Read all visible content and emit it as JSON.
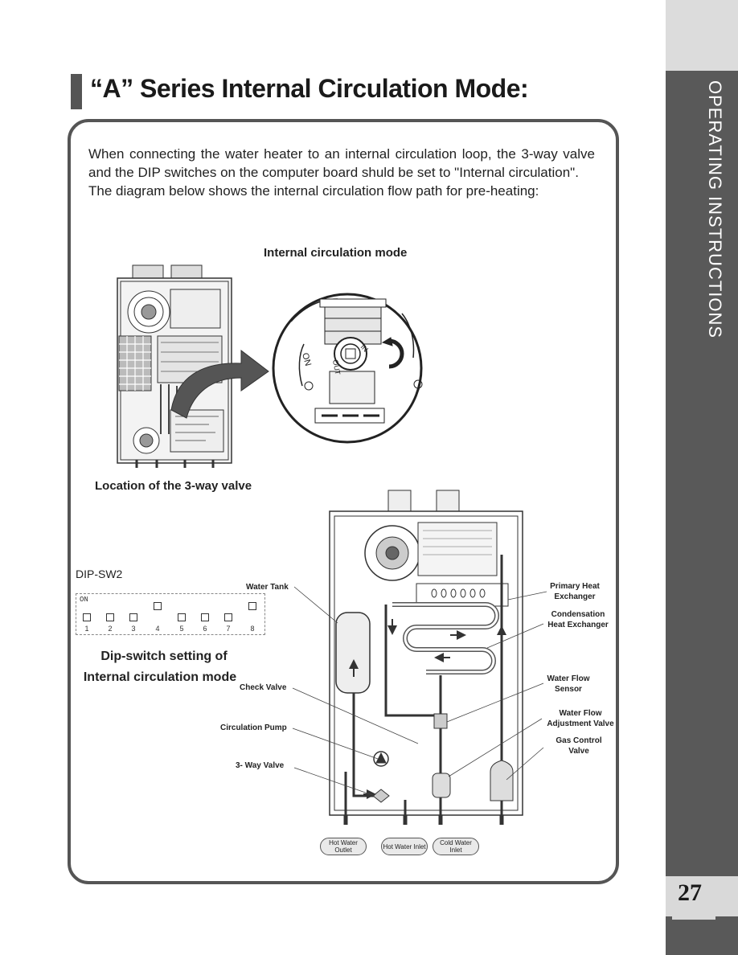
{
  "side_tab": {
    "text": "OPERATING INSTRUCTIONS"
  },
  "page_number": "27",
  "title": "“A” Series Internal Circulation Mode:",
  "intro": {
    "paragraph1": "When connecting the water heater to an internal circulation loop, the 3-way valve and the DIP switches on the computer board shuld be set to \"Internal circulation\".",
    "paragraph2": "The diagram below shows the internal circulation flow path for pre-heating:"
  },
  "valve_figure": {
    "heading": "Internal circulation mode",
    "caption": "Location of the 3-way valve",
    "valve_marks": {
      "in": "IN",
      "out": "OUT",
      "on": "ON"
    }
  },
  "dip_switch": {
    "label": "DIP-SW2",
    "on_text": "ON",
    "numbers": [
      "1",
      "2",
      "3",
      "4",
      "5",
      "6",
      "7",
      "8"
    ],
    "states_on": [
      false,
      false,
      false,
      true,
      false,
      false,
      false,
      true
    ],
    "caption_line1": "Dip-switch setting of",
    "caption_line2": "Internal circulation mode"
  },
  "flow_diagram": {
    "left_labels": {
      "water_tank": "Water Tank",
      "check_valve": "Check Valve",
      "circulation_pump": "Circulation Pump",
      "three_way_valve": "3- Way Valve"
    },
    "right_labels": {
      "primary_heat_exchanger": "Primary Heat Exchanger",
      "condensation_heat_exchanger": "Condensation Heat Exchanger",
      "water_flow_sensor": "Water Flow Sensor",
      "water_flow_adjustment_valve": "Water Flow Adjustment Valve",
      "gas_control_valve": "Gas Control Valve"
    },
    "ports": {
      "hot_water_outlet": "Hot Water Outlet",
      "hot_water_inlet": "Hot Water Inlet",
      "cold_water_inlet": "Cold Water Inlet"
    }
  },
  "colors": {
    "side_tab": "#595959",
    "title_bar": "#555555",
    "border": "#555555",
    "arrow": "#3a3a3a"
  }
}
